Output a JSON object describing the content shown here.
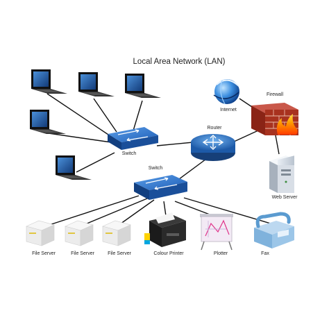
{
  "diagram": {
    "title": "Local Area Network (LAN)",
    "labels": {
      "switch_top": "Switch",
      "switch_bottom": "Switch",
      "router": "Router",
      "internet": "Internet",
      "firewall": "Firewall",
      "web_server": "Web Server",
      "file_server_1": "File Server",
      "file_server_2": "File Server",
      "file_server_3": "File Server",
      "colour_printer": "Colour Printer",
      "plotter": "Plotter",
      "fax": "Fax"
    },
    "colors": {
      "switch_blue": "#1f5fb8",
      "router_blue": "#2c6fbf",
      "firewall_brick": "#a8321f",
      "line": "#111111"
    }
  }
}
